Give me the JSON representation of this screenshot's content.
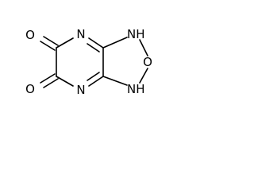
{
  "molecule": {
    "atoms": {
      "o_top": "O",
      "o_bottom": "O",
      "n_top": "N",
      "n_bottom": "N",
      "nh_top": "NH",
      "o_ring": "O",
      "nh_bottom": "NH"
    }
  }
}
